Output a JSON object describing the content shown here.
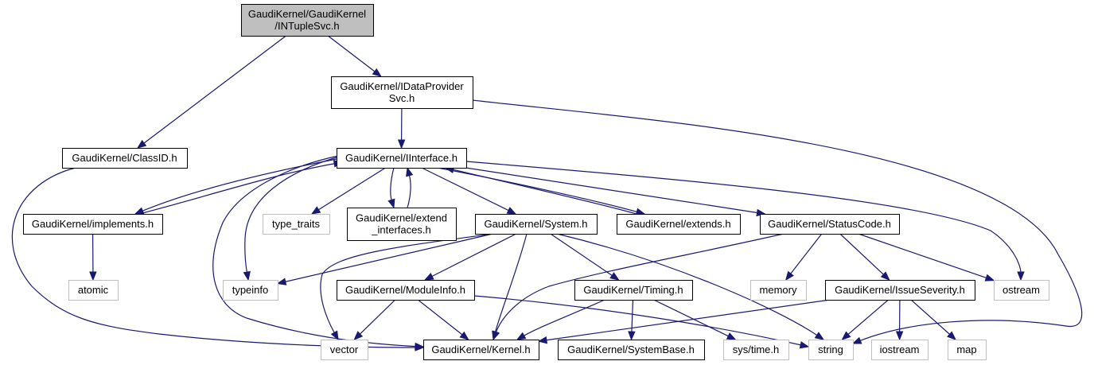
{
  "diagram": {
    "title": "GaudiKernel/GaudiKernel/INTupleSvc.h include dependency graph",
    "colors": {
      "edge": "#191970",
      "root_fill": "#bfbfbf",
      "node_border": "#000000",
      "external_border": "#bfbfbf"
    },
    "nodes": [
      {
        "id": "intuple",
        "lines": [
          "GaudiKernel/GaudiKernel",
          "/INTupleSvc.h"
        ],
        "kind": "root"
      },
      {
        "id": "idataprov",
        "lines": [
          "GaudiKernel/IDataProvider",
          "Svc.h"
        ],
        "kind": "internal"
      },
      {
        "id": "classid",
        "lines": [
          "GaudiKernel/ClassID.h"
        ],
        "kind": "internal"
      },
      {
        "id": "iinterface",
        "lines": [
          "GaudiKernel/IInterface.h"
        ],
        "kind": "internal"
      },
      {
        "id": "implements",
        "lines": [
          "GaudiKernel/implements.h"
        ],
        "kind": "internal"
      },
      {
        "id": "type_traits",
        "lines": [
          "type_traits"
        ],
        "kind": "external"
      },
      {
        "id": "extend_if",
        "lines": [
          "GaudiKernel/extend",
          "_interfaces.h"
        ],
        "kind": "internal"
      },
      {
        "id": "system",
        "lines": [
          "GaudiKernel/System.h"
        ],
        "kind": "internal"
      },
      {
        "id": "extends",
        "lines": [
          "GaudiKernel/extends.h"
        ],
        "kind": "internal"
      },
      {
        "id": "statuscode",
        "lines": [
          "GaudiKernel/StatusCode.h"
        ],
        "kind": "internal"
      },
      {
        "id": "atomic",
        "lines": [
          "atomic"
        ],
        "kind": "external"
      },
      {
        "id": "typeinfo",
        "lines": [
          "typeinfo"
        ],
        "kind": "external"
      },
      {
        "id": "moduleinfo",
        "lines": [
          "GaudiKernel/ModuleInfo.h"
        ],
        "kind": "internal"
      },
      {
        "id": "timing",
        "lines": [
          "GaudiKernel/Timing.h"
        ],
        "kind": "internal"
      },
      {
        "id": "memory",
        "lines": [
          "memory"
        ],
        "kind": "external"
      },
      {
        "id": "issuesev",
        "lines": [
          "GaudiKernel/IssueSeverity.h"
        ],
        "kind": "internal"
      },
      {
        "id": "ostream",
        "lines": [
          "ostream"
        ],
        "kind": "external"
      },
      {
        "id": "vector",
        "lines": [
          "vector"
        ],
        "kind": "external"
      },
      {
        "id": "kernel",
        "lines": [
          "GaudiKernel/Kernel.h"
        ],
        "kind": "internal"
      },
      {
        "id": "systembase",
        "lines": [
          "GaudiKernel/SystemBase.h"
        ],
        "kind": "internal"
      },
      {
        "id": "systime",
        "lines": [
          "sys/time.h"
        ],
        "kind": "external"
      },
      {
        "id": "string",
        "lines": [
          "string"
        ],
        "kind": "external"
      },
      {
        "id": "iostream",
        "lines": [
          "iostream"
        ],
        "kind": "external"
      },
      {
        "id": "map",
        "lines": [
          "map"
        ],
        "kind": "external"
      }
    ],
    "edges": [
      [
        "intuple",
        "idataprov"
      ],
      [
        "intuple",
        "classid"
      ],
      [
        "idataprov",
        "iinterface"
      ],
      [
        "idataprov",
        "string"
      ],
      [
        "classid",
        "kernel"
      ],
      [
        "iinterface",
        "implements"
      ],
      [
        "iinterface",
        "type_traits"
      ],
      [
        "iinterface",
        "extend_if"
      ],
      [
        "iinterface",
        "system"
      ],
      [
        "iinterface",
        "extends"
      ],
      [
        "iinterface",
        "statuscode"
      ],
      [
        "iinterface",
        "typeinfo"
      ],
      [
        "iinterface",
        "ostream"
      ],
      [
        "iinterface",
        "kernel"
      ],
      [
        "implements",
        "iinterface"
      ],
      [
        "implements",
        "atomic"
      ],
      [
        "extend_if",
        "iinterface"
      ],
      [
        "extends",
        "iinterface"
      ],
      [
        "system",
        "typeinfo"
      ],
      [
        "system",
        "vector"
      ],
      [
        "system",
        "moduleinfo"
      ],
      [
        "system",
        "kernel"
      ],
      [
        "system",
        "timing"
      ],
      [
        "system",
        "string"
      ],
      [
        "moduleinfo",
        "vector"
      ],
      [
        "moduleinfo",
        "kernel"
      ],
      [
        "moduleinfo",
        "string"
      ],
      [
        "timing",
        "kernel"
      ],
      [
        "timing",
        "systembase"
      ],
      [
        "timing",
        "systime"
      ],
      [
        "statuscode",
        "kernel"
      ],
      [
        "statuscode",
        "memory"
      ],
      [
        "statuscode",
        "issuesev"
      ],
      [
        "statuscode",
        "ostream"
      ],
      [
        "issuesev",
        "kernel"
      ],
      [
        "issuesev",
        "string"
      ],
      [
        "issuesev",
        "iostream"
      ],
      [
        "issuesev",
        "map"
      ]
    ]
  }
}
